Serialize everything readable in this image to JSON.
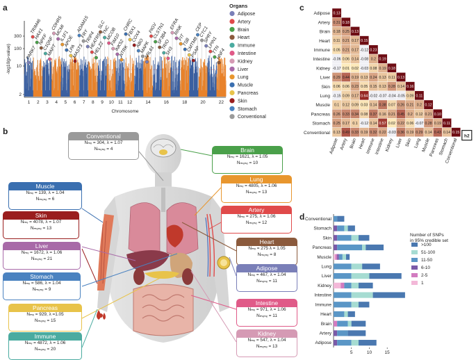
{
  "panel_labels": {
    "a": "a",
    "b": "b",
    "c": "c",
    "d": "d"
  },
  "legend_a": {
    "title": "Organs",
    "items": [
      {
        "name": "Adipose",
        "color": "#7a7fb8"
      },
      {
        "name": "Artery",
        "color": "#e04a4a"
      },
      {
        "name": "Brain",
        "color": "#4aa04a"
      },
      {
        "name": "Heart",
        "color": "#8b5a3c"
      },
      {
        "name": "Immune",
        "color": "#4aaba0"
      },
      {
        "name": "Intestine",
        "color": "#e05a88"
      },
      {
        "name": "Kidney",
        "color": "#d59ab4"
      },
      {
        "name": "Liver",
        "color": "#a86aa8"
      },
      {
        "name": "Lung",
        "color": "#e8962e"
      },
      {
        "name": "Muscle",
        "color": "#3a6fb0"
      },
      {
        "name": "Pancreas",
        "color": "#e8c34a"
      },
      {
        "name": "Skin",
        "color": "#9a1e1e"
      },
      {
        "name": "Stomach",
        "color": "#4a82c0"
      },
      {
        "name": "Conventional",
        "color": "#9a9a9a"
      }
    ]
  },
  "chart_data": [
    {
      "type": "scatter",
      "title": "",
      "xlabel": "Chromosome",
      "ylabel": "-log10(p-value)",
      "yscale": "log-like",
      "ytick_labels": [
        "2",
        "10",
        "100",
        "300"
      ],
      "xtick_labels": [
        "1",
        "2",
        "3",
        "4",
        "5",
        "6",
        "7",
        "8",
        "9",
        "10",
        "11",
        "12",
        "14",
        "16",
        "18",
        "20",
        "22"
      ],
      "gene_labels": [
        "PARK7",
        "TRIM46",
        "HAX1",
        "NPFF",
        "C1QNF",
        "MAPT",
        "CDHR5",
        "MCMI",
        "IL1F1",
        "APOE",
        "LPA",
        "MAST3",
        "ADAM15",
        "FRY",
        "TRIP4",
        "HEATR5",
        "HELZ2",
        "SLC",
        "TNC",
        "MCOB",
        "FIM10",
        "INK52",
        "NTRK",
        "CHRC",
        "FBX1",
        "COX4",
        "ABO",
        "MAPK",
        "ARL61",
        "PIGV",
        "CLSTN1",
        "SF3B4",
        "TRIO",
        "SH3",
        "EFRA",
        "RINK",
        "FIT",
        "TSB",
        "CMTM8",
        "PSAP",
        "CEP",
        "CTC1",
        "SPRY",
        "LPIN1",
        "TTN",
        "HNF4"
      ],
      "series_colors": [
        "#3a5fa0",
        "#e8822a"
      ]
    },
    {
      "type": "heatmap",
      "title": "",
      "labels": [
        "Adipose",
        "Artery",
        "Brain",
        "Heart",
        "Immune",
        "Intestine",
        "Kidney",
        "Liver",
        "Skin",
        "Lung",
        "Muscle",
        "Pancreas",
        "Stomach",
        "Conventional"
      ],
      "diag_values": [
        "0.13",
        "0.18",
        "0.13",
        "0.15",
        "0.23",
        "0.19",
        "0.18",
        "0.13",
        "0.16",
        "0.11",
        "0.12",
        "0.10",
        "0.11",
        "0.15"
      ],
      "rows": [
        [],
        [
          "0.31"
        ],
        [
          "0.18",
          "0.25"
        ],
        [
          "0.11",
          "0.21",
          "0.17"
        ],
        [
          "0.05",
          "0.21",
          "0.17",
          "-0.12"
        ],
        [
          "-0.06",
          "0.06",
          "0.14",
          "-0.08",
          "0.2"
        ],
        [
          "-0.17",
          "0.01",
          "0.02",
          "-0.03",
          "0.08",
          "0.19"
        ],
        [
          "0.29",
          "0.44",
          "0.19",
          "0.13",
          "0.24",
          "0.13",
          "0.11"
        ],
        [
          "0.06",
          "0.06",
          "0.23",
          "0.05",
          "0.15",
          "0.13",
          "0.28",
          "0.14"
        ],
        [
          "-0.15",
          "0.09",
          "0.17",
          "0.64",
          "-0.02",
          "-0.07",
          "-0.04",
          "-0.05",
          "0.09"
        ],
        [
          "0.1",
          "0.12",
          "0.09",
          "0.03",
          "0.14",
          "0.38",
          "0.07",
          "0.26",
          "0.21",
          "0.2"
        ],
        [
          "0.26",
          "0.33",
          "0.34",
          "0.08",
          "0.37",
          "0.16",
          "0.21",
          "0.45",
          "0.2",
          "0.12",
          "0.21"
        ],
        [
          "0.25",
          "0.17",
          "0.1",
          "-0.12",
          "0.14",
          "0.57",
          "0.02",
          "0.22",
          "0.06",
          "-0.07",
          "0.28",
          "0.19"
        ],
        [
          "0.13",
          "0.49",
          "0.33",
          "0.19",
          "0.32",
          "0.22",
          "-0.03",
          "0.36",
          "0.19",
          "0.29",
          "0.14",
          "0.43",
          "0.14"
        ]
      ],
      "corner_label": "h2"
    },
    {
      "type": "bar",
      "title": "",
      "xlabel": "",
      "ylabel": "",
      "categories": [
        "Conventional",
        "Stomach",
        "Skin",
        "Pancreas",
        "Muscle",
        "Lung",
        "Liver",
        "Kidney",
        "Intestine",
        "Immune",
        "Heart",
        "Brain",
        "Artery",
        "Adipose"
      ],
      "xticks": [
        "5",
        "10",
        "15"
      ],
      "xlim": [
        0,
        20
      ],
      "legend_title": "Number of SNPs\nin 95% credible set",
      "series": [
        {
          "name": "1",
          "color": "#f3b8d8",
          "values": [
            0,
            0,
            0,
            0,
            0.5,
            0,
            0,
            2,
            0,
            0,
            0,
            0,
            0,
            0
          ]
        },
        {
          "name": "2-5",
          "color": "#d27cc0",
          "values": [
            0,
            0,
            0,
            0,
            0.5,
            0,
            0,
            1,
            0,
            0,
            0,
            1,
            0,
            0
          ]
        },
        {
          "name": "6-10",
          "color": "#7a5aa8",
          "values": [
            0,
            1,
            1,
            1,
            0.5,
            0,
            0,
            0,
            0,
            0,
            0,
            0,
            1,
            1
          ]
        },
        {
          "name": "11-50",
          "color": "#5a96c6",
          "values": [
            1,
            2,
            4,
            7,
            1,
            5,
            5,
            2,
            5,
            5,
            3,
            3,
            3,
            4
          ]
        },
        {
          "name": "51-100",
          "color": "#a6dcd2",
          "values": [
            0,
            1,
            2,
            1,
            1,
            3,
            5,
            2,
            6,
            2,
            1,
            1,
            0,
            2
          ]
        },
        {
          "name": "100+",
          "color": "#4a78b0",
          "values": [
            2,
            2,
            3,
            5,
            1,
            5,
            9,
            4,
            9,
            3,
            2,
            4,
            5,
            5
          ]
        }
      ],
      "legend_items": [
        "100+",
        "51-100",
        "11-50",
        "6-10",
        "2-5",
        "1"
      ],
      "legend_labels": [
        ">100",
        "51-100",
        "11-50",
        "6-10",
        "2-5",
        "1"
      ]
    }
  ],
  "panel_b": {
    "boxes": [
      {
        "key": "conventional",
        "title": "Conventional",
        "color": "#9a9a9a",
        "l1": "Nₘᵥ = 304, λ = 1.07",
        "l2": "Nₘₑₙₑ = 4"
      },
      {
        "key": "muscle",
        "title": "Muscle",
        "color": "#3a6fb0",
        "l1": "Nₘᵥ = 139, λ = 1.04",
        "l2": "Nₘₑₙₑ = 6"
      },
      {
        "key": "skin",
        "title": "Skin",
        "color": "#9a1e1e",
        "l1": "Nₘᵥ = 4078, λ = 1.07",
        "l2": "Nₘₑₙₑ = 13"
      },
      {
        "key": "liver",
        "title": "Liver",
        "color": "#a86aa8",
        "l1": "Nₘᵥ = 1672, λ = 1.06",
        "l2": "Nₘₑₙₑ = 21"
      },
      {
        "key": "stomach",
        "title": "Stomach",
        "color": "#4a82c0",
        "l1": "Nₘᵥ = 586, λ = 1.04",
        "l2": "Nₘₑₙₑ = 9"
      },
      {
        "key": "pancreas",
        "title": "Pancreas",
        "color": "#e8c34a",
        "l1": "Nₘᵥ = 929, λ =1.05",
        "l2": "Nₘₑₙₑ = 15"
      },
      {
        "key": "immune",
        "title": "Immune",
        "color": "#4aaba0",
        "l1": "Nₘᵥ = 4872, λ = 1.06",
        "l2": "Nₘₑₙₑ = 20"
      },
      {
        "key": "brain",
        "title": "Brain",
        "color": "#4aa04a",
        "l1": "Nₘᵥ = 1621, λ = 1.05",
        "l2": "Nₘₑₙₑ = 10"
      },
      {
        "key": "lung",
        "title": "Lung",
        "color": "#e8962e",
        "l1": "Nₘᵥ = 4805, λ = 1.06",
        "l2": "Nₘₑₙₑ = 13"
      },
      {
        "key": "artery",
        "title": "Artery",
        "color": "#e04a4a",
        "l1": "Nₘᵥ = 275, λ = 1.06",
        "l2": "Nₘₑₙₑ = 12"
      },
      {
        "key": "heart",
        "title": "Heart",
        "color": "#8b5a3c",
        "l1": "Nₘᵥ = 275 λ = 1.05",
        "l2": "Nₘₑₙₑ = 8"
      },
      {
        "key": "adipose",
        "title": "Adipose",
        "color": "#7a7fb8",
        "l1": "Nₘᵥ = 467, λ = 1.04",
        "l2": "Nₘₑₙₑ = 11"
      },
      {
        "key": "intestine",
        "title": "Intestine",
        "color": "#e05a88",
        "l1": "Nₘᵥ = 971, λ = 1.06",
        "l2": "Nₘₑₙₑ = 11"
      },
      {
        "key": "kidney",
        "title": "Kidney",
        "color": "#d59ab4",
        "l1": "Nₘᵥ = 547, λ = 1.04",
        "l2": "Nₘₑₙₑ = 13"
      }
    ]
  }
}
